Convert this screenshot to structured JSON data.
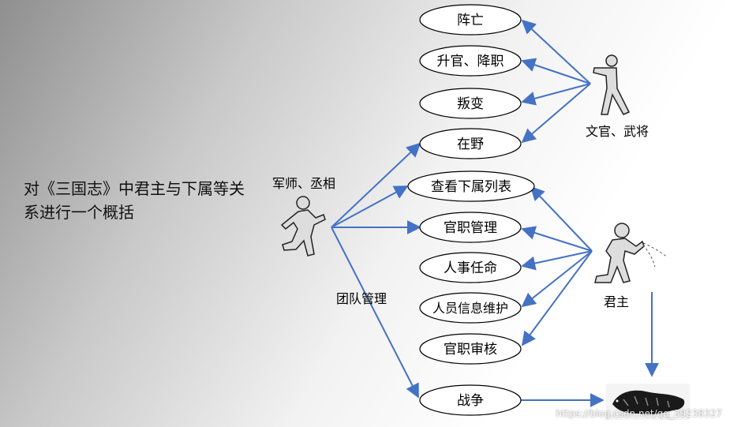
{
  "description": "对《三国志》中君主与下属等关系进行一个概括",
  "actors": {
    "officials": "文官、武将",
    "strategist": "军师、丞相",
    "lord": "君主"
  },
  "use_cases": {
    "death": "阵亡",
    "promotion": "升官、降职",
    "rebellion": "叛变",
    "retired": "在野",
    "view_subordinates": "查看下属列表",
    "position_management": "官职管理",
    "personnel_appointment": "人事任命",
    "staff_info_maintenance": "人员信息维护",
    "position_review": "官职审核",
    "war": "战争"
  },
  "edge_labels": {
    "team_management": "团队管理"
  },
  "watermark": "https://blog.csdn.net/qq_39238327",
  "colors": {
    "arrow": "#4472c4",
    "ellipse_stroke": "#000000",
    "ellipse_fill": "#ffffff"
  }
}
